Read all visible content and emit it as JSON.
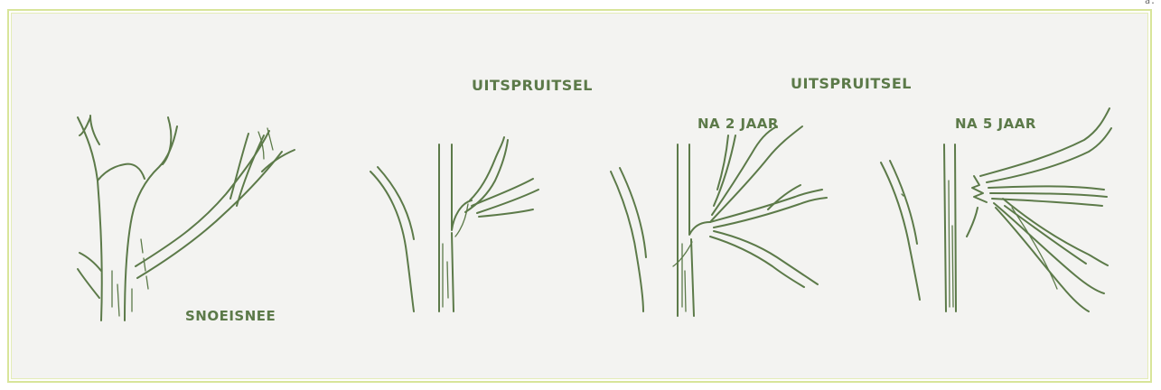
{
  "corner_mark": "a.",
  "labels": {
    "cut": "SNOEISNEE",
    "sprout_1": "UITSPRUITSEL",
    "sprout_2": "UITSPRUITSEL",
    "after_2_years": "NA 2 JAAR",
    "after_5_years": "NA 5 JAAR"
  },
  "colors": {
    "ink": "#5c7a49",
    "panel": "#f3f3f1",
    "border": "#d8e59a"
  }
}
